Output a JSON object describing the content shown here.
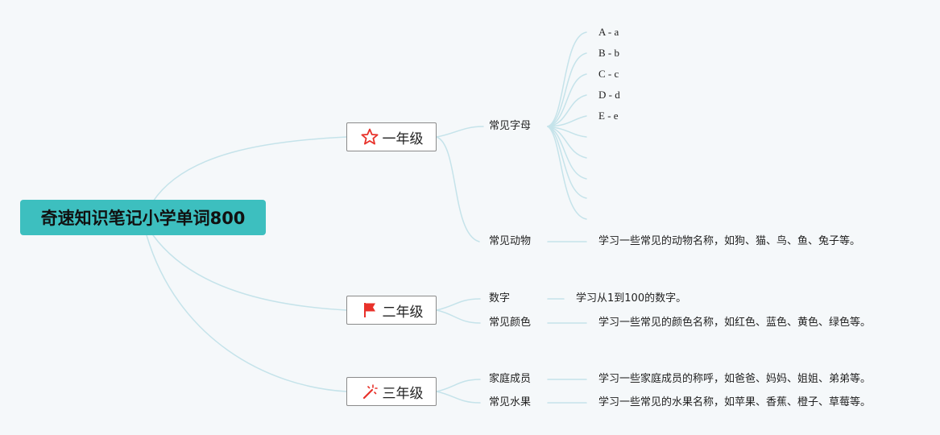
{
  "root": {
    "title": "奇速知识笔记小学单词800"
  },
  "grades": [
    {
      "label": "一年级",
      "icon": "star-icon",
      "topics": [
        {
          "label": "常见字母",
          "letters": [
            "A - a",
            "B - b",
            "C - c",
            "D - d",
            "E - e"
          ]
        },
        {
          "label": "常见动物",
          "detail": "学习一些常见的动物名称，如狗、猫、鸟、鱼、兔子等。"
        }
      ]
    },
    {
      "label": "二年级",
      "icon": "flag-icon",
      "topics": [
        {
          "label": "数字",
          "detail": "学习从1到100的数字。"
        },
        {
          "label": "常见颜色",
          "detail": "学习一些常见的颜色名称，如红色、蓝色、黄色、绿色等。"
        }
      ]
    },
    {
      "label": "三年级",
      "icon": "magic-wand-icon",
      "topics": [
        {
          "label": "家庭成员",
          "detail": "学习一些家庭成员的称呼，如爸爸、妈妈、姐姐、弟弟等。"
        },
        {
          "label": "常见水果",
          "detail": "学习一些常见的水果名称，如苹果、香蕉、橙子、草莓等。"
        }
      ]
    }
  ],
  "colors": {
    "root_fill": "#3dbfbf",
    "link": "#c5e3ea",
    "icon_red": "#e8312a"
  }
}
